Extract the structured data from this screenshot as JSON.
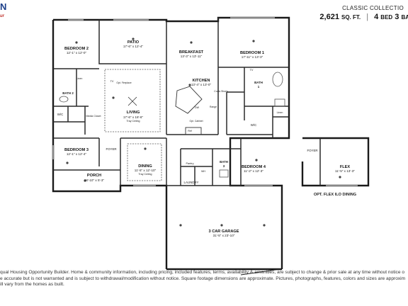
{
  "header": {
    "logo_text": "N",
    "tagline": "ur",
    "collection": "CLASSIC COLLECTIO",
    "sqft_value": "2,621",
    "sqft_unit": "SQ. FT.",
    "separator": "|",
    "beds_value": "4",
    "beds_unit": "BED",
    "baths_value": "3",
    "baths_unit": "BA"
  },
  "rooms": {
    "patio": {
      "name": "PATIO",
      "dims": "17'-6\" x 12'-4\""
    },
    "bedroom2": {
      "name": "BEDROOM 2",
      "dims": "12'-1\" x 12'-0\""
    },
    "breakfast": {
      "name": "BREAKFAST",
      "dims": "13'-3\" x 13'-11\""
    },
    "bedroom1": {
      "name": "BEDROOM 1",
      "dims": "17'-11\" x 13'-3\""
    },
    "kitchen": {
      "name": "KITCHEN",
      "dims": "13'-4\" x 13'-0\""
    },
    "living": {
      "name": "LIVING",
      "dims": "17'-6\" x 18'-6\"",
      "note": "Tray Ceiling"
    },
    "bedroom3": {
      "name": "BEDROOM 3",
      "dims": "12'-1\" x 12'-4\""
    },
    "dining": {
      "name": "DINING",
      "dims": "11'-5\" x 12'-10\"",
      "note": "Tray Ceiling"
    },
    "bedroom4": {
      "name": "BEDROOM 4",
      "dims": "11'-2\" x 12'-3\""
    },
    "porch": {
      "name": "PORCH",
      "dims": "18'-10\" x 5'-3\""
    },
    "garage": {
      "name": "3 CAR GARAGE",
      "dims": "31'-5\" x 23'-10\""
    },
    "flex": {
      "name": "FLEX",
      "dims": "11'-5\" x 13'-3\""
    }
  },
  "labels": {
    "bath1": "BATH",
    "bath1_num": "1",
    "bath2": "BATH 2",
    "bath3": "BATH",
    "bath3_num": "3",
    "wic": "W/C",
    "wic_master": "W/C",
    "linen": "Linen",
    "linen2": "Linen",
    "media_closet": "Media Closet",
    "foyer": "FOYER",
    "foyer2": "FOYER",
    "laundry": "LAUNDRY",
    "pantry": "Pantry",
    "tv": "TV",
    "tv2": "TV",
    "opt_fireplace": "Opt. Fireplace",
    "opt_cabinet": "Opt. Cabinet",
    "dw": "DW",
    "ref": "Ref",
    "coats": "Coats Shoes",
    "wh": "WH",
    "range": "Range",
    "opt_flex": "OPT. FLEX ILO DINING"
  },
  "footer": {
    "line1": "qual Housing Opportunity Builder. Home & community information, including pricing, included features, terms, availability & amenities, are subject to change & prior sale at any time without notice o",
    "line2": "e accurate but is not warranted and is subject to withdrawal/modification without notice. Square footage dimensions are approximate. Pictures, photographs, features, colors and sizes are approxim",
    "line3": "ill vary from the homes as built."
  }
}
